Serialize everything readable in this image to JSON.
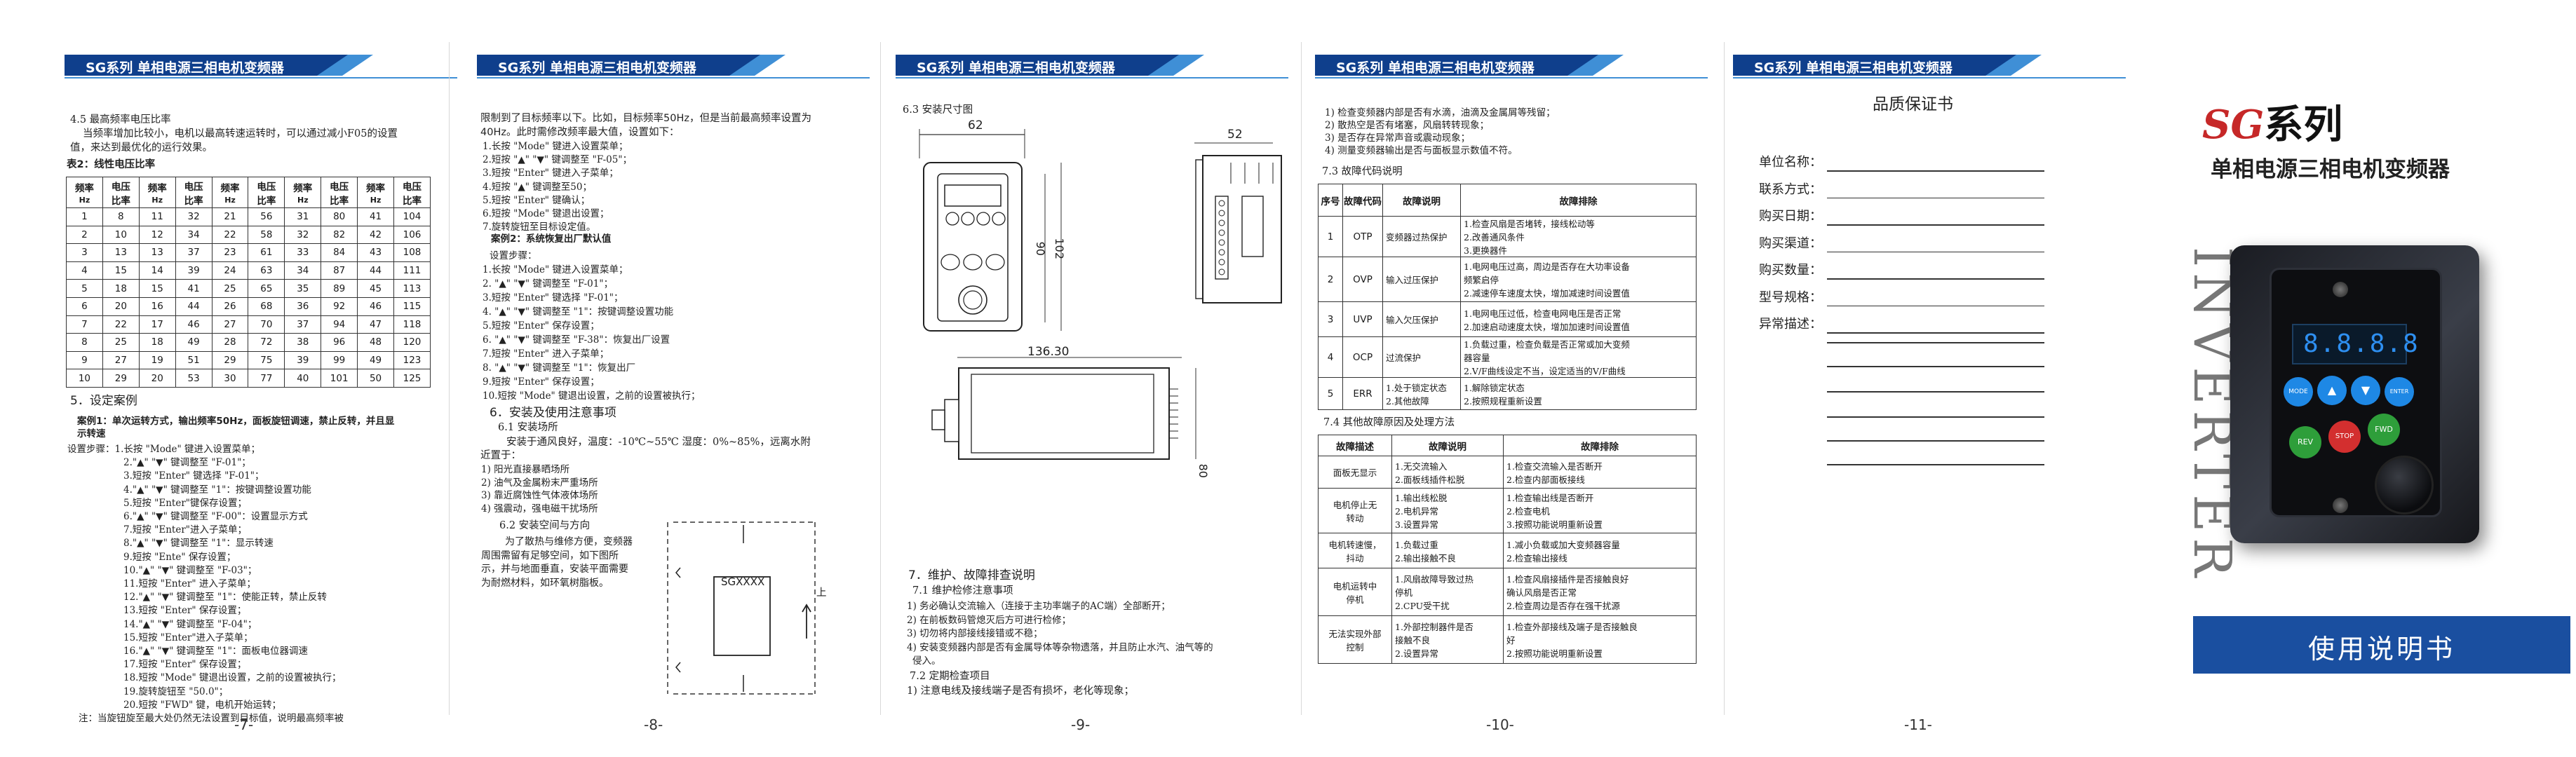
{
  "header_text": "SG系列 单相电源三相电机变频器",
  "page_numbers": [
    "-7-",
    "-8-",
    "-9-",
    "-10-",
    "-11-"
  ],
  "page7": {
    "sec45_title": "4.5 最高频率电压比率",
    "sec45_text": [
      "当频率增加比较小，电机以最高转速运转时，可以通过减小F05的设置",
      "值，来达到最优化的运行效果。"
    ],
    "table_caption": "表2：线性电压比率",
    "table_headers": [
      "频率",
      "电压",
      "频率",
      "电压",
      "频率",
      "电压",
      "频率",
      "电压",
      "频率",
      "电压"
    ],
    "table_sub": [
      "Hz",
      "比率",
      "Hz",
      "比率",
      "Hz",
      "比率",
      "Hz",
      "比率",
      "Hz",
      "比率"
    ],
    "table_rows": [
      [
        "1",
        "8",
        "11",
        "32",
        "21",
        "56",
        "31",
        "80",
        "41",
        "104"
      ],
      [
        "2",
        "10",
        "12",
        "34",
        "22",
        "58",
        "32",
        "82",
        "42",
        "106"
      ],
      [
        "3",
        "13",
        "13",
        "37",
        "23",
        "61",
        "33",
        "84",
        "43",
        "108"
      ],
      [
        "4",
        "15",
        "14",
        "39",
        "24",
        "63",
        "34",
        "87",
        "44",
        "111"
      ],
      [
        "5",
        "18",
        "15",
        "41",
        "25",
        "65",
        "35",
        "89",
        "45",
        "113"
      ],
      [
        "6",
        "20",
        "16",
        "44",
        "26",
        "68",
        "36",
        "92",
        "46",
        "115"
      ],
      [
        "7",
        "22",
        "17",
        "46",
        "27",
        "70",
        "37",
        "94",
        "47",
        "118"
      ],
      [
        "8",
        "25",
        "18",
        "49",
        "28",
        "72",
        "38",
        "96",
        "48",
        "120"
      ],
      [
        "9",
        "27",
        "19",
        "51",
        "29",
        "75",
        "39",
        "99",
        "49",
        "123"
      ],
      [
        "10",
        "29",
        "20",
        "53",
        "30",
        "77",
        "40",
        "101",
        "50",
        "125"
      ]
    ],
    "sec5_title": "5．设定案例",
    "case1": [
      "案例1：单次运转方式，输出频率50Hz，面板旋钮调速，禁止反转，并且显",
      "示转速"
    ],
    "steps": [
      "设置步骤：1.长按 \"Mode\" 键进入设置菜单；",
      "2.\"▲\" \"▼\" 键调整至 \"F-01\"；",
      "3.短按 \"Enter\" 键选择 \"F-01\"；",
      "4.\"▲\" \"▼\" 键调整至 \"1\"：按键调整设置功能",
      "5.短按 \"Enter\"键保存设置；",
      "6.\"▲\" \"▼\" 键调整至 \"F-00\"：设置显示方式",
      "7.短按 \"Enter\"进入子菜单；",
      "8.\"▲\" \"▼\" 键调整至 \"1\"：显示转速",
      "9.短按 \"Ente\" 保存设置；",
      "10.\"▲\" \"▼\" 键调整至 \"F-03\"；",
      "11.短按 \"Enter\" 进入子菜单；",
      "12.\"▲\" \"▼\" 键调整至 \"1\"：使能正转，禁止反转",
      "13.短按 \"Enter\" 保存设置；",
      "14.\"▲\" \"▼\" 键调整至 \"F-04\"；",
      "15.短按 \"Enter\"进入子菜单；",
      "16.\"▲\" \"▼\" 键调整至 \"1\"：面板电位器调速",
      "17.短按 \"Enter\" 保存设置；",
      "18.短按 \"Mode\" 键退出设置，之前的设置被执行；",
      "19.旋转旋钮至 \"50.0\"；",
      "20.短按 \"FWD\" 键，电机开始运转；",
      "注：当旋钮旋至最大处仍然无法设置到目标值，说明最高频率被"
    ]
  },
  "page8": {
    "intro": [
      "限制到了目标频率以下。比如，目标频率50Hz，但是当前最高频率设置为",
      "40Hz。此时需修改频率最大值，设置如下："
    ],
    "steps_a": [
      "1.长按 \"Mode\" 键进入设置菜单；",
      "2.短按 \"▲\" \"▼\" 键调整至 \"F-05\"；",
      "3.短按 \"Enter\" 键进入子菜单；",
      "4.短按 \"▲\" 键调整至50；",
      "5.短按 \"Enter\" 键确认；",
      "6.短按 \"Mode\" 键退出设置；",
      "7.旋转旋钮至目标设定值。"
    ],
    "case2": "案例2：系统恢复出厂默认值",
    "steps_b": [
      "设置步骤：",
      "1.长按 \"Mode\" 键进入设置菜单；",
      "2. \"▲\" \"▼\" 键调整至 \"F-01\"；",
      "3.短按 \"Enter\" 键选择 \"F-01\"；",
      "4. \"▲\" \"▼\" 键调整至 \"1\"：按键调整设置功能",
      "5.短按 \"Enter\" 保存设置；",
      "6. \"▲\" \"▼\" 键调整至 \"F-38\"：恢复出厂设置",
      "7.短按 \"Enter\" 进入子菜单；",
      "8. \"▲\" \"▼\" 键调整至 \"1\"：恢复出厂",
      "9.短按 \"Enter\" 保存设置；",
      "10.短按 \"Mode\" 键退出设置，之前的设置被执行；"
    ],
    "sec6_title": "6．安装及使用注意事项",
    "sec61": "6.1 安装场所",
    "sec61_text": [
      "安装于通风良好，温度：-10℃~55℃ 湿度：0%~85%，远离水附",
      "近置于："
    ],
    "sec61_list": [
      "1) 阳光直接暴晒场所",
      "2) 油气及金属粉末严重场所",
      "3) 靠近腐蚀性气体液体场所",
      "4) 强震动，强电磁干扰场所"
    ],
    "sec62": "6.2 安装空间与方向",
    "sec62_text": [
      "为了散热与维修方便，变频器",
      "周围需留有足够空间，如下图所",
      "示，并与地面垂直，安装平面需要",
      "为耐燃材料，如环氧树脂板。"
    ],
    "device_label": "SGXXXX",
    "up_label": "上"
  },
  "page9": {
    "sec63": "6.3 安装尺寸图",
    "dims": [
      "62",
      "52",
      "90",
      "102",
      "136.30",
      "80"
    ],
    "sec7_title": "7．维护、故障排查说明",
    "sec71": "7.1 维护检修注意事项",
    "sec71_list": [
      "1) 务必确认交流输入（连接于主功率端子的AC端）全部断开；",
      "2) 在前板数码管熄灭后方可进行检修；",
      "3) 切勿将内部接线接错或不稳；",
      "4) 安装变频器内部是否有金属导体等杂物遗落，并且防止水汽、油气等的",
      "侵入。"
    ],
    "sec72": "7.2 定期检查项目",
    "sec72_text": "1) 注意电线及接线端子是否有损坏，老化等现象；"
  },
  "page10": {
    "intro": [
      "1) 检查变频器内部是否有水滴，油滴及金属屑等残留；",
      "2) 散热空是否有堵塞，风扇转转现象；",
      "3) 是否存在异常声音或震动现象；",
      "4) 测量变频器输出是否与面板显示数值不符。"
    ],
    "sec73": "7.3 故障代码说明",
    "t1_headers": [
      "序号",
      "故障代码",
      "故障说明",
      "故障排除"
    ],
    "t1_rows": [
      {
        "no": "1",
        "code": "OTP",
        "desc": "变频器过热保护",
        "fix": [
          "1.检查风扇是否堵转，接线松动等",
          "2.改善通风条件",
          "3.更换器件"
        ]
      },
      {
        "no": "2",
        "code": "OVP",
        "desc": "输入过压保护",
        "fix": [
          "1.电网电压过高，周边是否存在大功率设备",
          "频繁启停",
          "2.减速停车速度太快，增加减速时间设置值"
        ]
      },
      {
        "no": "3",
        "code": "UVP",
        "desc": "输入欠压保护",
        "fix": [
          "1.电网电压过低，检查电网电压是否正常",
          "2.加速启动速度太快，增加加速时间设置值"
        ]
      },
      {
        "no": "4",
        "code": "OCP",
        "desc": "过流保护",
        "fix": [
          "1.负载过重，检查负载是否正常或加大变频",
          "器容量",
          "2.V/F曲线设定不当，设定适当的V/F曲线"
        ]
      },
      {
        "no": "5",
        "code": "ERR",
        "desc": [
          "1.处于锁定状态",
          "2.其他故障"
        ],
        "fix": [
          "1.解除锁定状态",
          "2.按照规程重新设置"
        ]
      }
    ],
    "sec74": "7.4 其他故障原因及处理方法",
    "t2_headers": [
      "故障描述",
      "故障说明",
      "故障排除"
    ],
    "t2_rows": [
      {
        "d": "面板无显示",
        "e": [
          "1.无交流输入",
          "2.面板线插件松脱"
        ],
        "f": [
          "1.检查交流输入是否断开",
          "2.检查内部面板接线"
        ]
      },
      {
        "d": [
          "电机停止无",
          "转动"
        ],
        "e": [
          "1.输出线松脱",
          "2.电机异常",
          "3.设置异常"
        ],
        "f": [
          "1.检查输出线是否断开",
          "2.检查电机",
          "3.按照功能说明重新设置"
        ]
      },
      {
        "d": [
          "电机转速慢，",
          "抖动"
        ],
        "e": [
          "1.负载过重",
          "2.输出接触不良"
        ],
        "f": [
          "1.减小负载或加大变频器容量",
          "2.检查输出接线"
        ]
      },
      {
        "d": [
          "电机运转中",
          "停机"
        ],
        "e": [
          "1.风扇故障导致过热",
          "停机",
          "2.CPU受干扰"
        ],
        "f": [
          "1.检查风扇接插件是否接触良好",
          "确认风扇是否正常",
          "2.检查周边是否存在强干扰源"
        ]
      },
      {
        "d": [
          "无法实现外部",
          "控制"
        ],
        "e": [
          "1.外部控制器件是否",
          "接触不良",
          "2.设置异常"
        ],
        "f": [
          "1.检查外部接线及端子是否接触良",
          "好",
          "2.按照功能说明重新设置"
        ]
      }
    ]
  },
  "page11": {
    "title": "品质保证书",
    "fields": [
      "单位名称：",
      "联系方式：",
      "购买日期：",
      "购买渠道：",
      "购买数量：",
      "型号规格：",
      "异常描述："
    ]
  },
  "cover": {
    "brand_sg": "SG",
    "brand_series": "系列",
    "subtitle": "单相电源三相电机变频器",
    "vertical": "INVERTER",
    "display": "8.8.8.8",
    "keys": [
      "MODE",
      "▲",
      "▼",
      "ENTER",
      "REV",
      "STOP",
      "FWD"
    ],
    "manual": "使用说明书"
  },
  "colors": {
    "header_blue": "#0f3f8c",
    "accent_blue": "#3f8fd6",
    "cover_red": "#c62828",
    "cover_bar": "#1a4fa0"
  }
}
